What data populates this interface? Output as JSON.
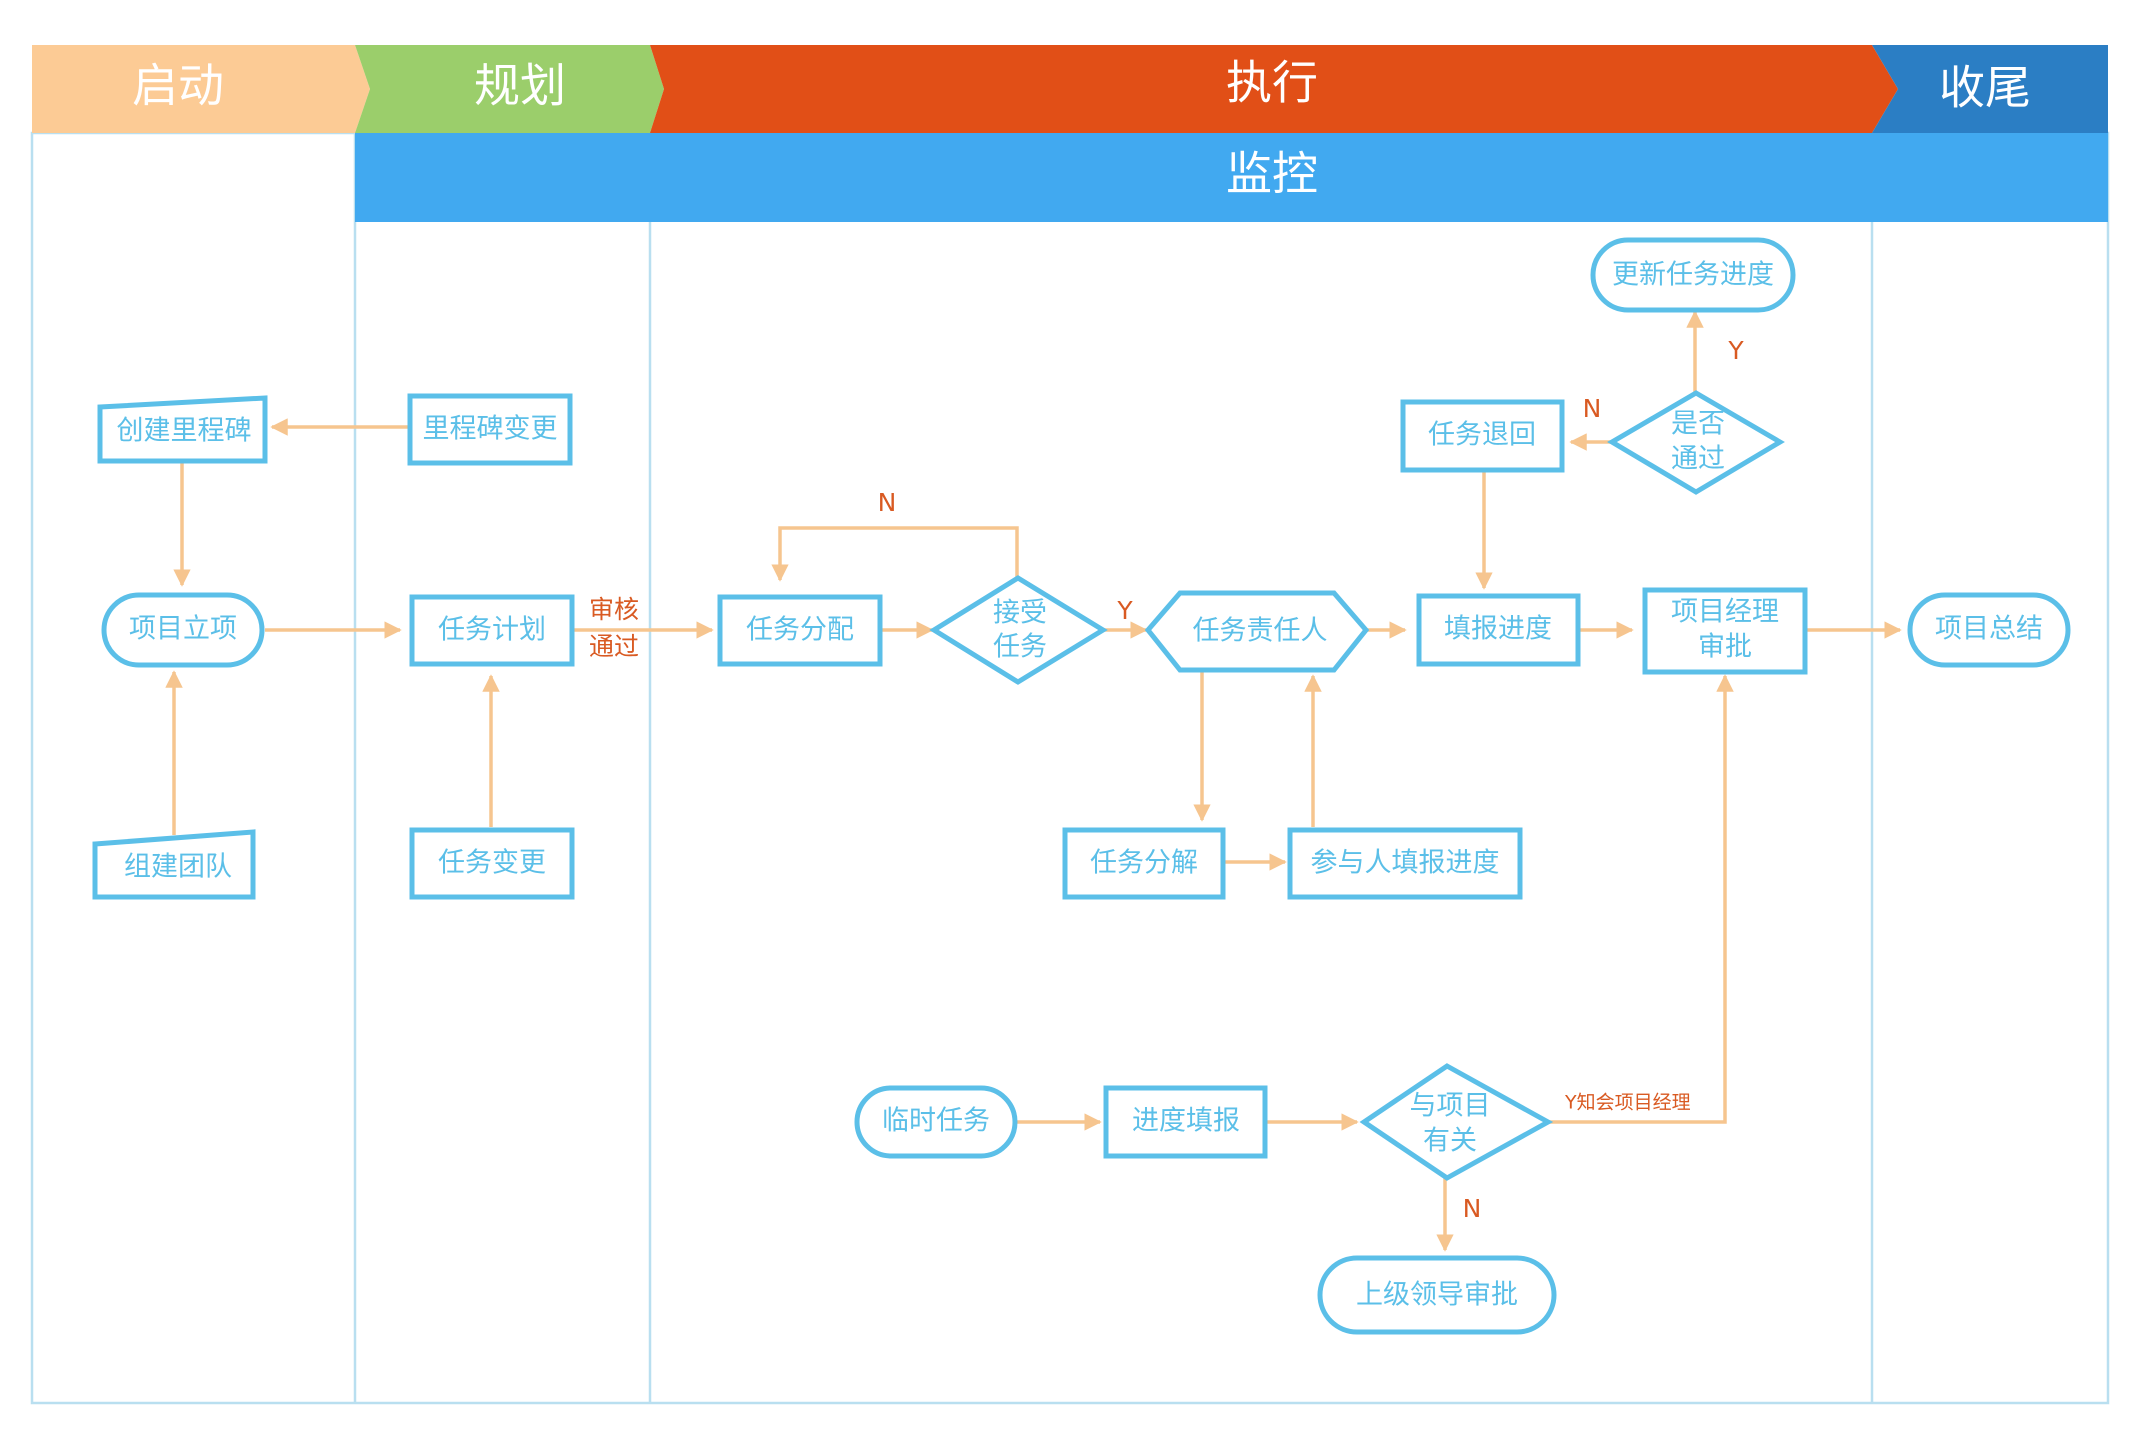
{
  "phases": {
    "start": "启动",
    "plan": "规划",
    "execute": "执行",
    "close": "收尾",
    "monitor": "监控"
  },
  "colors": {
    "start": "#fccb95",
    "plan": "#9bce6b",
    "execute": "#e14f17",
    "close": "#2b7ec4",
    "monitor": "#41a9f0",
    "node_stroke": "#5bbfe8",
    "edge": "#f6c58f",
    "label": "#d95a22"
  },
  "nodes": {
    "create_milestone": "创建里程碑",
    "project_setup": "项目立项",
    "build_team": "组建团队",
    "milestone_change": "里程碑变更",
    "task_plan": "任务计划",
    "task_change": "任务变更",
    "task_assign": "任务分配",
    "accept_task_1": "接受",
    "accept_task_2": "任务",
    "task_owner": "任务责任人",
    "task_breakdown": "任务分解",
    "participant_report": "参与人填报进度",
    "report_progress": "填报进度",
    "pm_approve_1": "项目经理",
    "pm_approve_2": "审批",
    "task_return": "任务退回",
    "pass_1": "是否",
    "pass_2": "通过",
    "update_progress": "更新任务进度",
    "project_summary": "项目总结",
    "temp_task": "临时任务",
    "progress_fill": "进度填报",
    "related_1": "与项目",
    "related_2": "有关",
    "leader_approve": "上级领导审批"
  },
  "edge_labels": {
    "review_pass_1": "审核",
    "review_pass_2": "通过",
    "accept_no": "N",
    "accept_yes": "Y",
    "pass_no": "N",
    "pass_yes": "Y",
    "related_yes": "Y知会项目经理",
    "related_no": "N"
  }
}
